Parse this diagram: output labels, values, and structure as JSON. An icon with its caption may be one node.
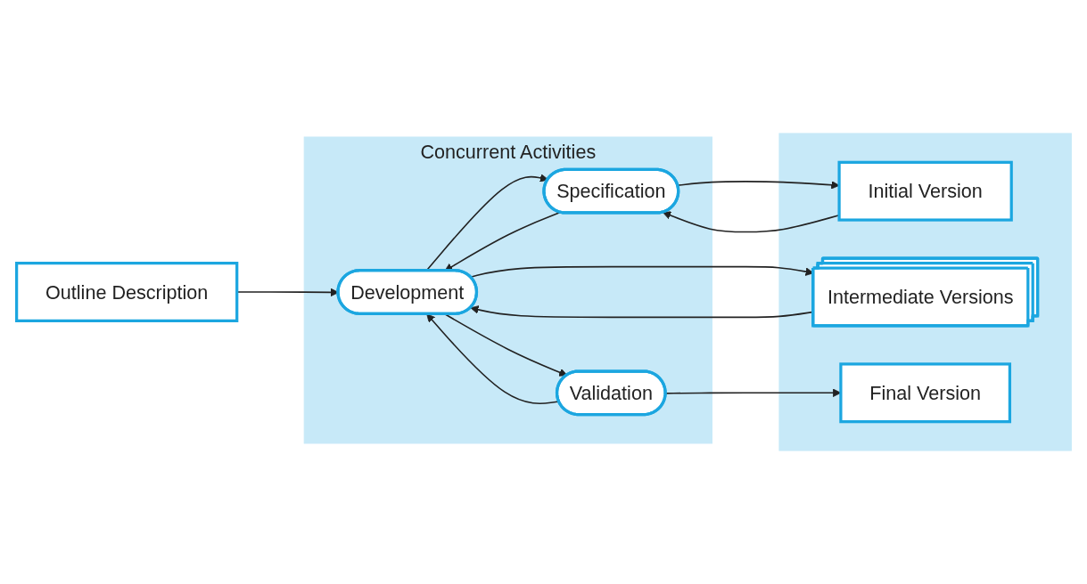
{
  "diagram": {
    "nodes": [
      {
        "text": [
          "Outline Description"
        ]
      },
      {
        "text": [
          "Concurrent Activities"
        ]
      },
      {
        "text": [
          "Specification"
        ],
        "in": 1
      },
      {
        "text": [
          "Development"
        ],
        "in": 1
      },
      {
        "text": [
          "Validation"
        ],
        "in": 1
      },
      {
        "text": [],
        "shape": "box"
      },
      {
        "text": [
          "Initial Version"
        ],
        "in": 5
      },
      {
        "text": [
          "Intermediate Versions"
        ],
        "in": 5
      },
      {
        "text": [
          "Final Version"
        ],
        "in": 5
      }
    ],
    "edges": [
      {
        "from": 0,
        "to": 3,
        "arrow": "to"
      },
      {
        "from": 2,
        "to": 6,
        "arrow": "to"
      },
      {
        "from": 6,
        "to": 2,
        "arrow": "to"
      },
      {
        "from": 3,
        "to": 2,
        "arrow": "to"
      },
      {
        "from": 2,
        "to": 3,
        "arrow": "to"
      },
      {
        "from": 3,
        "to": 7,
        "arrow": "to"
      },
      {
        "from": 7,
        "to": 3,
        "arrow": "to"
      },
      {
        "from": 4,
        "to": 3,
        "arrow": "to"
      },
      {
        "from": 3,
        "to": 4,
        "arrow": "to"
      },
      {
        "from": 4,
        "to": 8,
        "arrow": "to"
      }
    ]
  }
}
